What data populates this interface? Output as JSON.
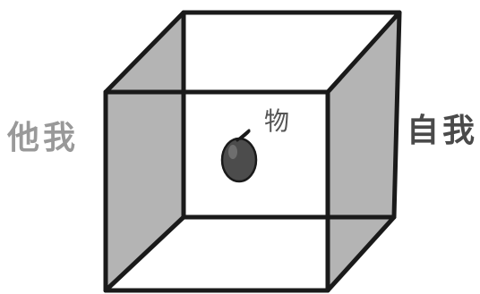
{
  "labels": {
    "other_self": "他我",
    "self": "自我",
    "object": "物"
  },
  "colors": {
    "other_self_text": "#999999",
    "self_text": "#4a4a4a",
    "object_text": "#555555",
    "side_wall": "#b4b4b4",
    "edge": "#1a1a1a",
    "object_fill": "#4c4c4c",
    "background": "#ffffff"
  }
}
